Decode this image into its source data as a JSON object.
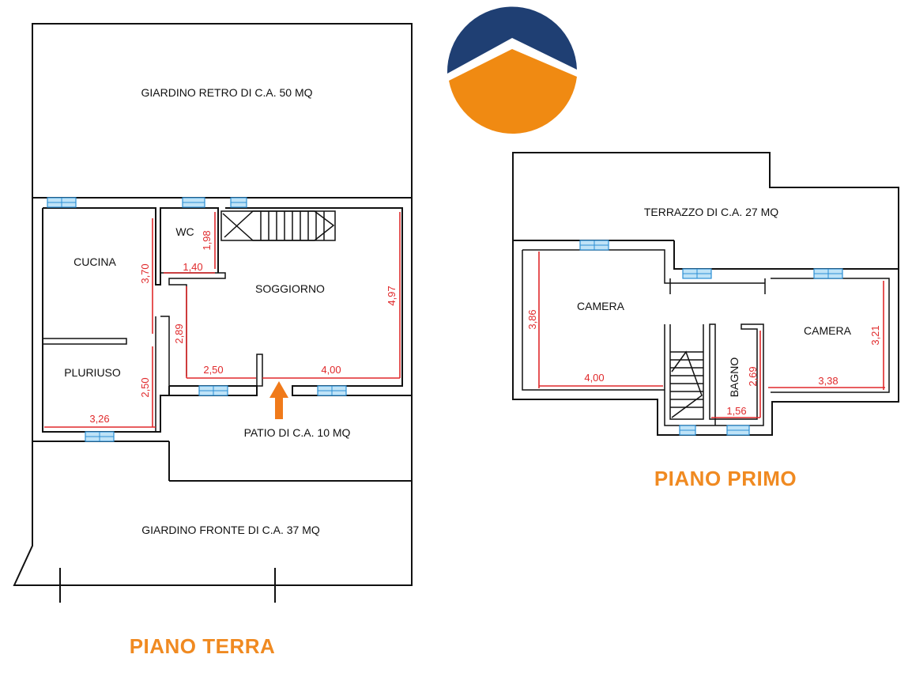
{
  "floors": {
    "ground": {
      "title": "PIANO TERRA"
    },
    "first": {
      "title": "PIANO PRIMO"
    }
  },
  "rooms": {
    "giardino_retro": "GIARDINO RETRO DI C.A. 50 MQ",
    "cucina": "CUCINA",
    "wc": "WC",
    "soggiorno": "SOGGIORNO",
    "pluriuso": "PLURIUSO",
    "patio": "PATIO DI C.A. 10 MQ",
    "giardino_fronte": "GIARDINO FRONTE DI C.A. 37 MQ",
    "terrazzo": "TERRAZZO DI C.A. 27 MQ",
    "camera_left": "CAMERA",
    "camera_right": "CAMERA",
    "bagno": "BAGNO"
  },
  "dimensions": {
    "cucina_height": "3,70",
    "wc_height": "1,98",
    "wc_width": "1,40",
    "soggiorno_height": "4,97",
    "soggiorno_hall_height": "2,89",
    "soggiorno_hall_width": "2,50",
    "soggiorno_width": "4,00",
    "pluriuso_height": "2,50",
    "pluriuso_width": "3,26",
    "camera_left_height": "3,86",
    "camera_left_width": "4,00",
    "bagno_height": "2,69",
    "bagno_width": "1,56",
    "camera_right_height": "3,21",
    "camera_right_width": "3,38"
  },
  "colors": {
    "logo_top": "#1f3f73",
    "logo_bottom": "#f08a12",
    "accent": "#f08a21",
    "dimension": "#e0292b",
    "window": "#2b8fd4"
  }
}
